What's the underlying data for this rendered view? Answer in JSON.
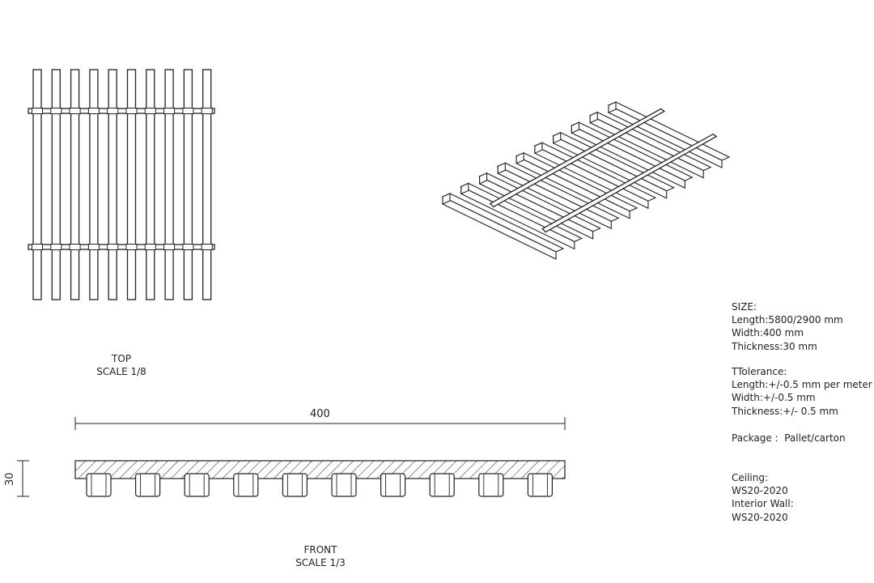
{
  "views": {
    "top": {
      "title": "TOP",
      "scale": "SCALE 1/8"
    },
    "front": {
      "title": "FRONT",
      "scale": "SCALE 1/3"
    }
  },
  "dimensions": {
    "width": "400",
    "thickness": "30"
  },
  "specs": {
    "size": {
      "heading": "SIZE:",
      "lines": [
        "Length:5800/2900 mm",
        "Width:400 mm",
        "Thickness:30 mm"
      ]
    },
    "tolerance": {
      "heading": "TTolerance:",
      "lines": [
        "Length:+/-0.5 mm per meter",
        "Width:+/-0.5 mm",
        "Thickness:+/- 0.5 mm"
      ]
    },
    "package": "Package :  Pallet/carton",
    "applications": [
      "Ceiling:",
      "WS20-2020",
      "Interior Wall:",
      "WS20-2020"
    ]
  },
  "slat_count": 10,
  "line_color": "#222222"
}
